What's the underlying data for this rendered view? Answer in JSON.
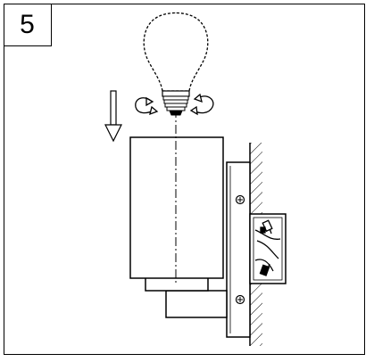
{
  "step": {
    "number": "5"
  },
  "illustration": {
    "parts": [
      "light-bulb",
      "bulb-rotation-arrows",
      "downward-arrow",
      "glass-shade",
      "lamp-socket",
      "wall-mount-bracket",
      "screws",
      "junction-box",
      "wires",
      "wall"
    ]
  },
  "colors": {
    "stroke": "#000000",
    "background": "#ffffff"
  }
}
